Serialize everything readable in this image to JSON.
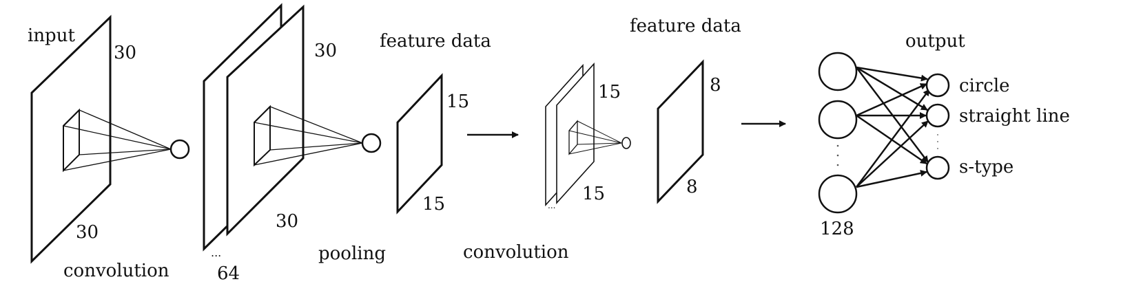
{
  "labels": {
    "input": "input",
    "input_height": "30",
    "input_width": "30",
    "conv1": "convolution",
    "maps1_height": "30",
    "maps1_width": "30",
    "maps1_dots": "...",
    "maps1_count": "64",
    "feature1_title": "feature data",
    "feature1_height": "15",
    "feature1_width": "15",
    "pooling": "pooling",
    "maps2_height": "15",
    "maps2_width": "15",
    "maps2_dots": "...",
    "conv2": "convolution",
    "feature2_title": "feature data",
    "feature2_height": "8",
    "feature2_width": "8",
    "output": "output",
    "hidden_count": "128",
    "out_circle": "circle",
    "out_straight": "straight line",
    "out_stype": "s-type"
  }
}
